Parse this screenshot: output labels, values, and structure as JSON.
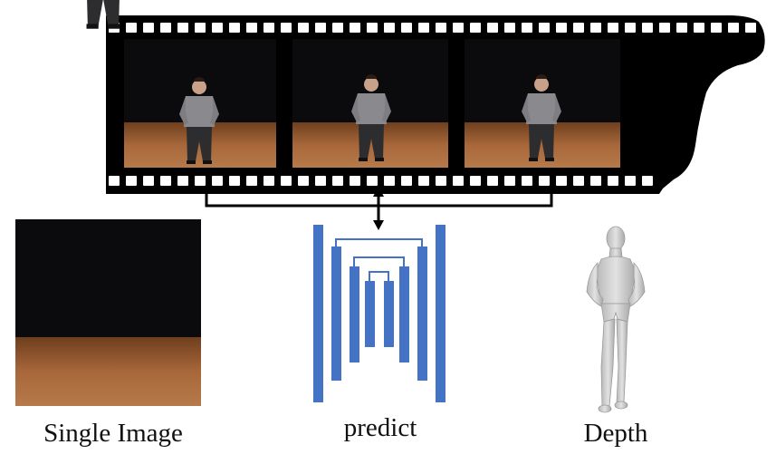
{
  "captions": {
    "single_image": "Single Image",
    "predict": "predict",
    "depth": "Depth"
  },
  "icons": {
    "filmstrip": "film-strip-icon",
    "network": "encoder-decoder-network-icon",
    "depth_mesh": "human-mesh-icon",
    "arrow": "double-arrow-icon"
  },
  "colors": {
    "film": "#000000",
    "network_bars": "#4472c4",
    "background": "#ffffff",
    "floor": "#a8673a",
    "mesh": "#cfcfcf"
  },
  "filmstrip": {
    "frame_count": 3
  }
}
